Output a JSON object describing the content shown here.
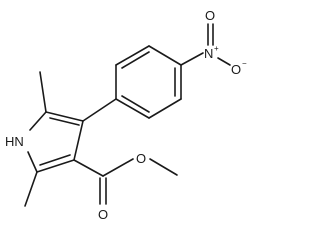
{
  "molecule": {
    "atoms": {
      "pyrrole_nitrogen": "HN",
      "nitro_nitrogen": "N",
      "nitro_nitrogen_charge": "+",
      "nitro_oxygen": "O",
      "nitro_oxygen_charge": "−",
      "ester_carbonyl_oxygen": "O",
      "ester_ether_oxygen": "O"
    }
  }
}
